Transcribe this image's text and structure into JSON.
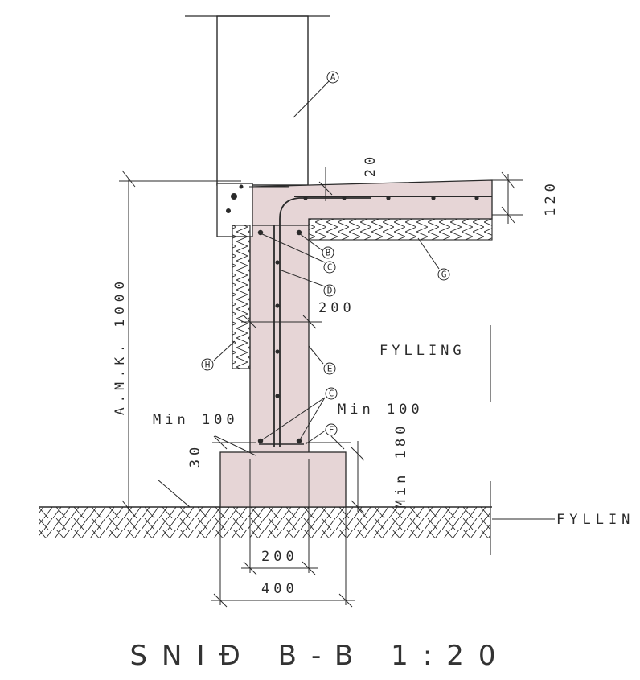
{
  "drawing": {
    "title": "SNIÐ B-B 1:20",
    "colors": {
      "concrete": "#e6d5d6",
      "line": "#2a2a2a",
      "background": "#ffffff"
    },
    "callouts": [
      "A",
      "B",
      "C",
      "D",
      "E",
      "F",
      "G",
      "H",
      "C"
    ],
    "dimensions": {
      "slab_cover": "20",
      "slab_thickness": "120",
      "height": "A.M.K. 1000",
      "wall_width": "200",
      "footing_wall_width": "200",
      "footing_width": "400",
      "footing_cover": "30",
      "min_left": "Min 100",
      "min_right": "Min 100",
      "min_depth": "Min 180"
    },
    "labels": {
      "fill_inside": "FYLLING",
      "fill_outside": "FYLLIN"
    }
  }
}
